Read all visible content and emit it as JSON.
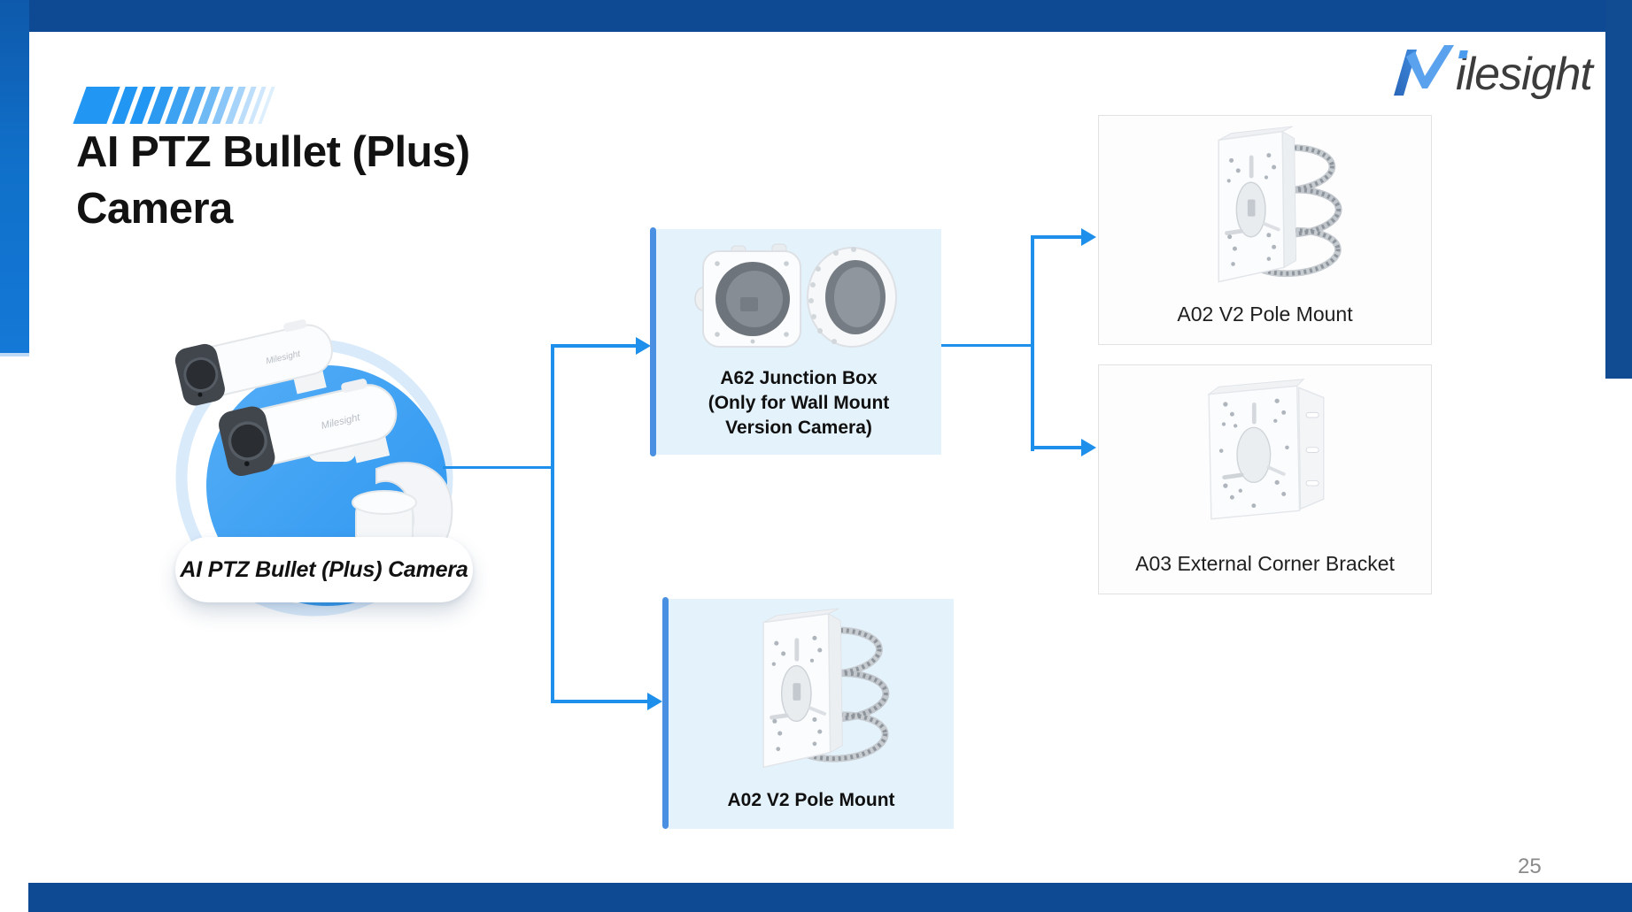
{
  "slide": {
    "title": {
      "line1": "AI PTZ Bullet (Plus)",
      "line2": "Camera"
    },
    "page_number": "25",
    "brand": {
      "name": "Milesight",
      "wordmark_suffix": "ilesight"
    }
  },
  "diagram": {
    "source_label": "AI PTZ Bullet (Plus) Camera",
    "junction_card": {
      "line1": "A62 Junction Box",
      "line2": "(Only for Wall Mount",
      "line3": "Version Camera)"
    },
    "pole_mount_card": {
      "label": "A02 V2 Pole Mount"
    },
    "pole_mount_option": {
      "label": "A02 V2 Pole Mount"
    },
    "corner_bracket_option": {
      "label": "A03 External Corner Bracket"
    }
  },
  "colors": {
    "frame_navy": "#0E4A93",
    "left_strip_blue": "#1478D6",
    "accent_blue": "#2196F3",
    "connector_blue": "#1E8FEA",
    "card_bar_blue": "#4A90E2",
    "card_bg_light": "#E4F2FB",
    "circle_blue": "#42A3F4",
    "page_number_gray": "#8A8A8A"
  },
  "decoration": {
    "slash_widths": [
      38,
      14,
      14,
      14,
      13,
      12,
      10,
      9,
      8,
      6,
      5,
      4
    ],
    "slash_colors": [
      "#2196F3",
      "#2196F3",
      "#2196F3",
      "#2B9AF0",
      "#3DA2F1",
      "#51ABF3",
      "#6FB9F5",
      "#8AC6F7",
      "#A5D3F9",
      "#BCDEFA",
      "#CEE7FC",
      "#DDEFFD"
    ]
  }
}
